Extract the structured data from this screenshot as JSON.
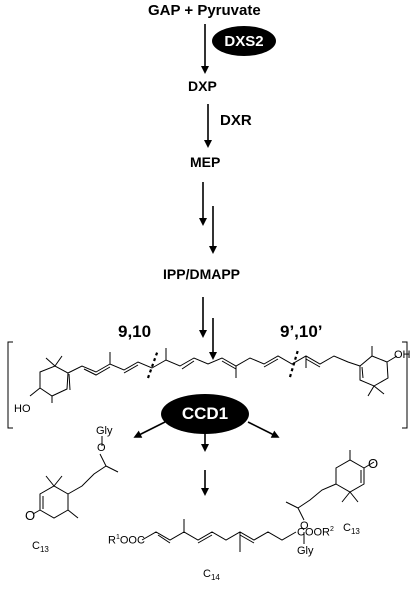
{
  "pathway": {
    "start": "GAP + Pyruvate",
    "enzyme1": "DXS2",
    "step1": "DXP",
    "enzyme2": "DXR",
    "step2": "MEP",
    "step3": "IPP/DMAPP",
    "cleavage_left": "9,10",
    "cleavage_right": "9’,10’",
    "enzyme3": "CCD1"
  },
  "molecules": {
    "carotenoid": {
      "left_group": "HO",
      "right_group": "OH"
    },
    "left_product": {
      "carbonyl": "O",
      "glycoside": "Gly",
      "ether_o": "O",
      "carbon_label": "C",
      "carbon_count": "13"
    },
    "right_product": {
      "carbonyl": "O",
      "glycoside": "Gly",
      "ether_o": "O",
      "carbon_label": "C",
      "carbon_count": "13"
    },
    "center_product": {
      "left_ester": "R",
      "left_ester_sup": "1",
      "left_ester_tail": "OOC",
      "right_ester": "COOR",
      "right_ester_sup": "2",
      "carbon_label": "C",
      "carbon_count": "14"
    }
  }
}
